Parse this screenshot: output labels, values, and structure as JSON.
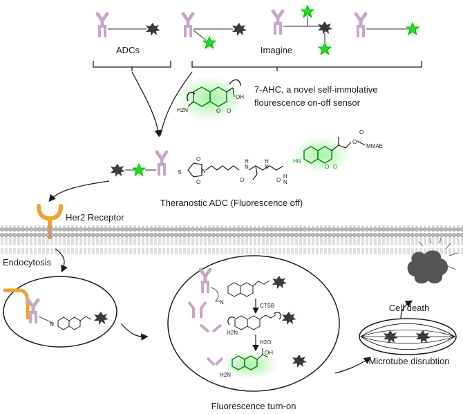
{
  "labels": {
    "adcs": "ADCs",
    "imagine": "Imagine",
    "sensor_line1": "7-AHC, a novel self-immolative",
    "sensor_line2": "flourescence on-off sensor",
    "theranostic": "Theranostic ADC (Fluorescence off)",
    "her2": "Her2 Receptor",
    "endocytosis": "Endocytosis",
    "cell_death": "Cell death",
    "microtube": "Microtube disrubtion",
    "turn_on": "Fluorescence turn-on",
    "ctsb": "CTSB",
    "h2o": "H2O"
  },
  "chem_text": {
    "oh": "OH",
    "h2n": "H2N",
    "o": "O",
    "s": "S",
    "n": "N",
    "h": "H",
    "mmae": "MMAE",
    "hn": "HN"
  },
  "colors": {
    "antibody": "#c9a6c9",
    "payload": "#3a3a3a",
    "star": "#22dd22",
    "glow": "#9af09a",
    "receptor": "#f0a030",
    "green_chem": "#1a8a1a",
    "membrane": "#9a9a9a"
  },
  "icons": [
    "antibody-icon",
    "payload-icon",
    "fluorophore-star-icon",
    "her2-receptor-icon",
    "explosion-icon"
  ]
}
